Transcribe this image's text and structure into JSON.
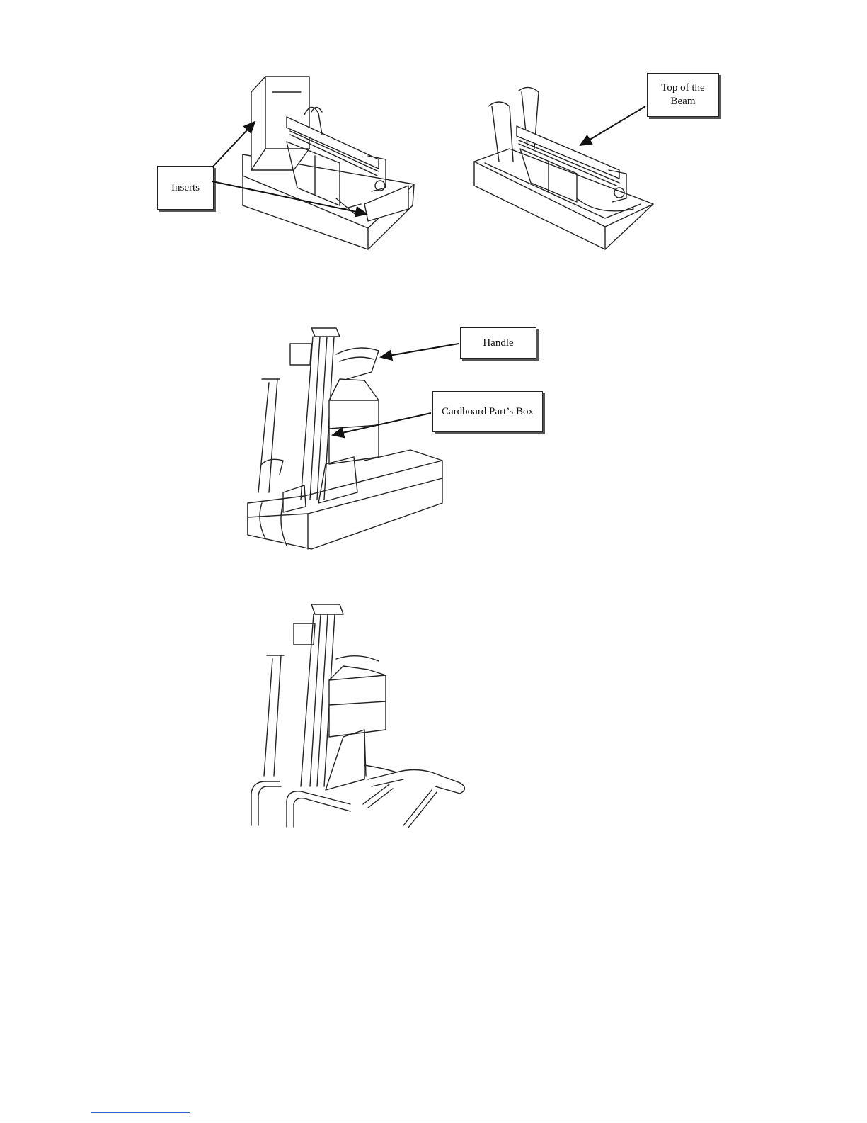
{
  "figures": {
    "packed_with_inserts": {
      "callouts": {
        "inserts": "Inserts"
      }
    },
    "inserts_removed": {
      "callouts": {
        "top_of_beam": "Top of the Beam"
      }
    },
    "tilted_up": {
      "callouts": {
        "handle": "Handle",
        "parts_box": "Cardboard Part’s Box"
      }
    },
    "unpacked_base": {}
  }
}
